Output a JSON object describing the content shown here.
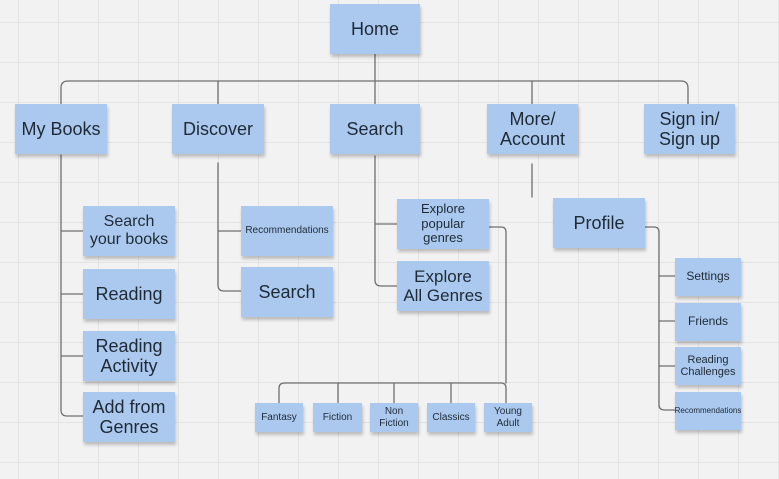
{
  "diagram": {
    "nodes": {
      "home": "Home",
      "my_books": "My Books",
      "discover": "Discover",
      "search": "Search",
      "more_account": "More/\nAccount",
      "sign_in": "Sign in/\nSign up",
      "search_your_books": "Search\nyour books",
      "reading": "Reading",
      "reading_activity": "Reading\nActivity",
      "add_from_genres": "Add from\nGenres",
      "recommendations_discover": "Recommendations",
      "search_discover": "Search",
      "explore_popular_genres": "Explore\npopular\ngenres",
      "explore_all_genres": "Explore\nAll Genres",
      "fantasy": "Fantasy",
      "fiction": "Fiction",
      "non_fiction": "Non\nFiction",
      "classics": "Classics",
      "young_adult": "Young\nAdult",
      "profile": "Profile",
      "settings": "Settings",
      "friends": "Friends",
      "reading_challenges": "Reading\nChallenges",
      "recommendations_profile": "Recommendations"
    },
    "colors": {
      "note_fill": "#abc9ee",
      "connector": "#6f6f6f"
    }
  }
}
